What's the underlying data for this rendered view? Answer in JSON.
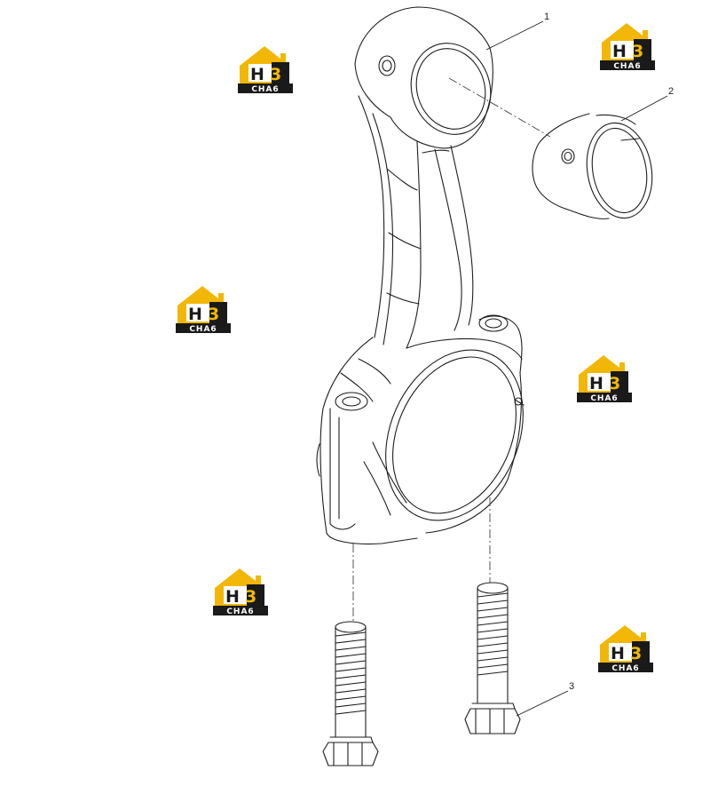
{
  "callouts": [
    {
      "number": "1"
    },
    {
      "number": "2"
    },
    {
      "number": "3"
    }
  ],
  "watermark": {
    "letters_top": "H3",
    "letters_bottom": "CHA6",
    "colors": {
      "roof": "#f2b705",
      "dark": "#1a1a1a",
      "text_light": "#ffffff"
    }
  },
  "footer_text": "",
  "colors": {
    "line": "#1e1e1e",
    "background": "#ffffff"
  }
}
